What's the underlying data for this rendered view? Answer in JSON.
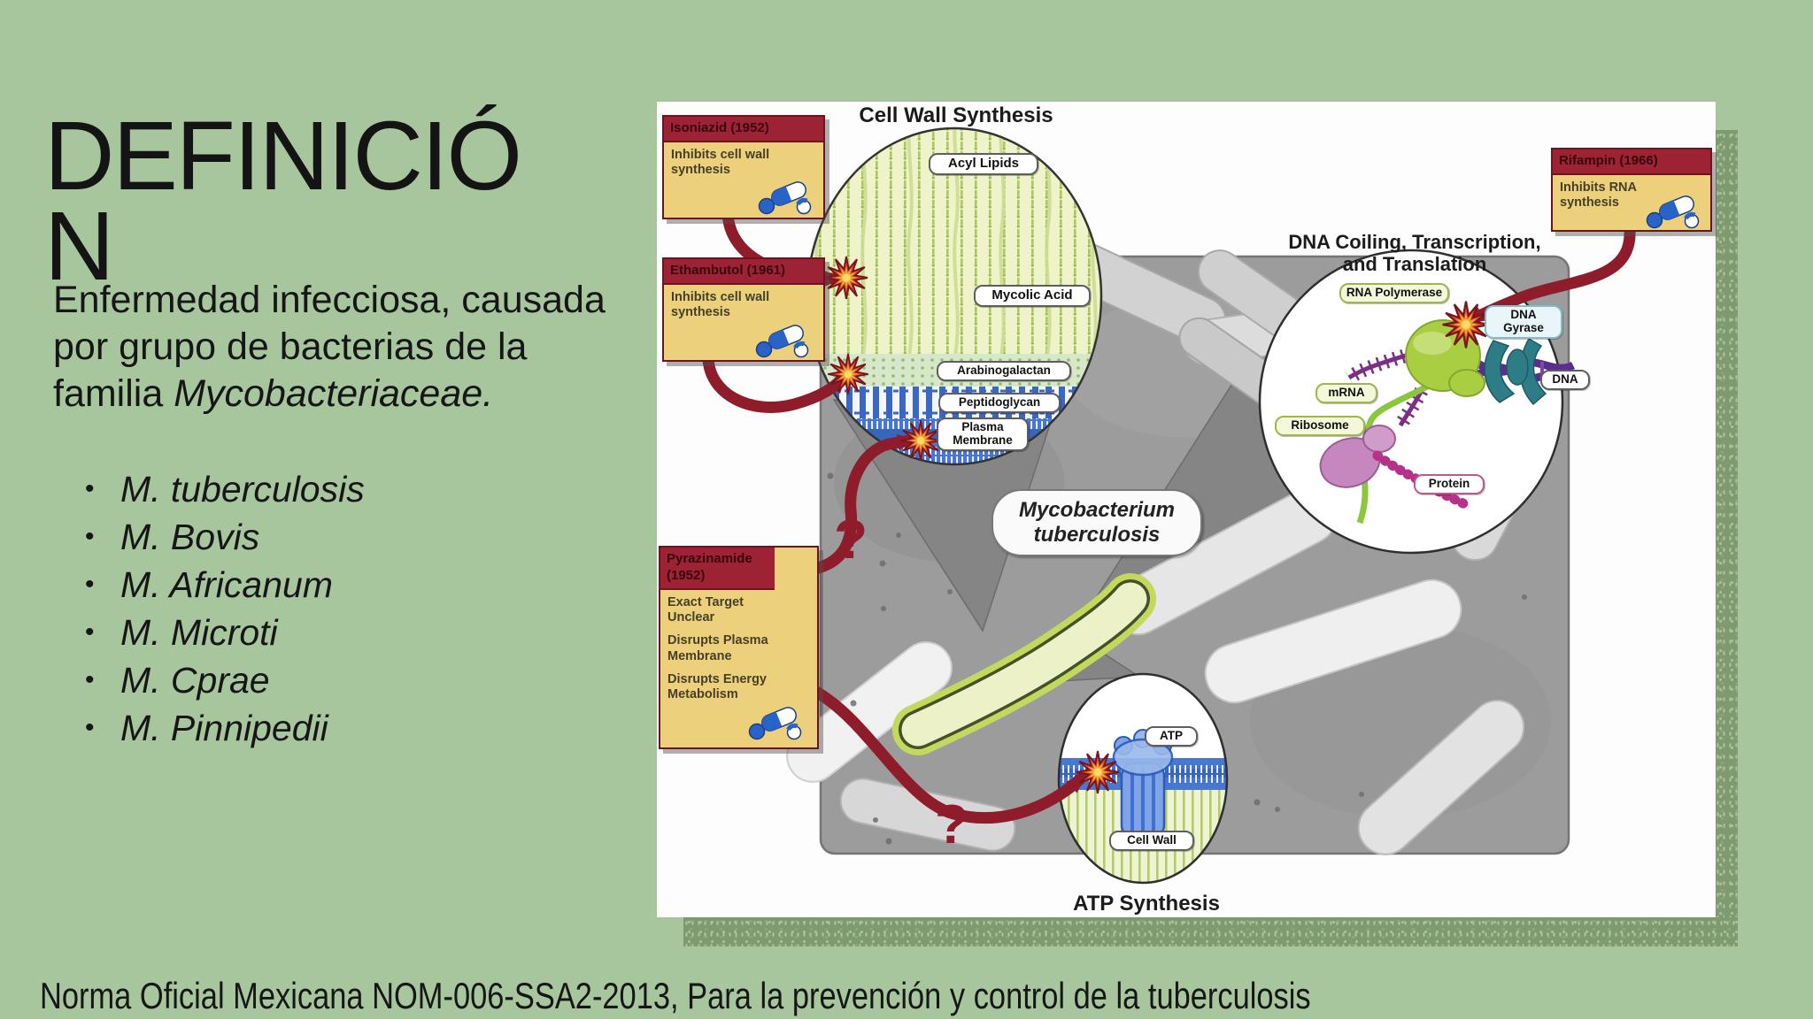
{
  "slide": {
    "title": {
      "line1": "DEFINICIÓ",
      "line2": "N"
    },
    "body": {
      "line1": "Enfermedad infecciosa, causada",
      "line2": "por grupo de bacterias de la",
      "line3_regular": "familia ",
      "line3_italic": "Mycobacteriaceae."
    },
    "bullet_marker": "•",
    "bullets": [
      "M. tuberculosis",
      "M. Bovis",
      "M. Africanum",
      "M. Microti",
      "M. Cprae",
      "M. Pinnipedii"
    ],
    "footer": "Norma Oficial Mexicana NOM-006-SSA2-2013, Para la prevención y control de la tuberculosis"
  },
  "diagram": {
    "section_titles": {
      "cell_wall": "Cell Wall Synthesis",
      "dna": "DNA Coiling, Transcription, and Translation",
      "atp": "ATP Synthesis"
    },
    "organism": {
      "line1": "Mycobacterium",
      "line2": "tuberculosis"
    },
    "question_mark": "?",
    "drug_boxes": [
      {
        "title": "Isoniazid (1952)",
        "effects": [
          "Inhibits cell wall synthesis"
        ]
      },
      {
        "title": "Ethambutol (1961)",
        "effects": [
          "Inhibits cell wall synthesis"
        ]
      },
      {
        "title": "Pyrazinamide (1952)",
        "effects": [
          "Exact Target Unclear",
          "Disrupts Plasma Membrane",
          "Disrupts Energy Metabolism"
        ]
      },
      {
        "title": "Rifampin (1966)",
        "effects": [
          "Inhibits RNA synthesis"
        ]
      }
    ],
    "cell_wall_labels": {
      "acyl": "Acyl Lipids",
      "mycolic": "Mycolic Acid",
      "arabino": "Arabinogalactan",
      "peptido": "Peptidoglycan",
      "plasma": "Plasma Membrane"
    },
    "dna_labels": {
      "rna_pol": "RNA Polymerase",
      "gyrase": "DNA Gyrase",
      "dna": "DNA",
      "mrna": "mRNA",
      "ribosome": "Ribosome",
      "protein": "Protein"
    },
    "atp_labels": {
      "atp": "ATP",
      "cell_wall": "Cell Wall"
    },
    "colors": {
      "background": "#a8c69e",
      "texture": "#7e9b6f",
      "dark_red": "#8e1c2b",
      "box_tan": "#ecd07c",
      "box_header": "#9d2234",
      "highlight_green": "#c3d95e",
      "sem_gray": "#9c9c9c"
    }
  }
}
